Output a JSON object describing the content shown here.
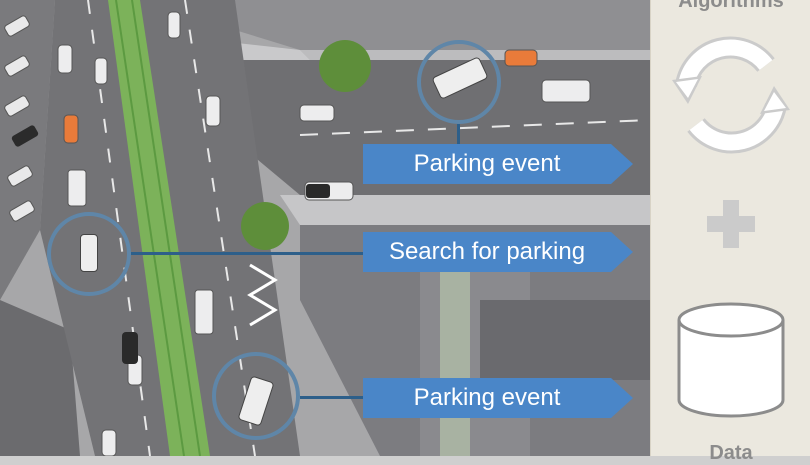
{
  "callouts": {
    "parking_event_top": "Parking event",
    "search_for_parking": "Search for parking",
    "parking_event_bottom": "Parking event"
  },
  "sidebar": {
    "algorithms_label": "Algorithms",
    "data_label": "Data",
    "cycle_icon": "refresh-cycle-icon",
    "plus_icon": "plus-icon",
    "database_icon": "database-cylinder-icon"
  },
  "colors": {
    "banner": "#4a86c8",
    "ring": "#5f86a8",
    "sidebar_bg": "#ebe8df",
    "icon_gray": "#cbcbcb"
  }
}
